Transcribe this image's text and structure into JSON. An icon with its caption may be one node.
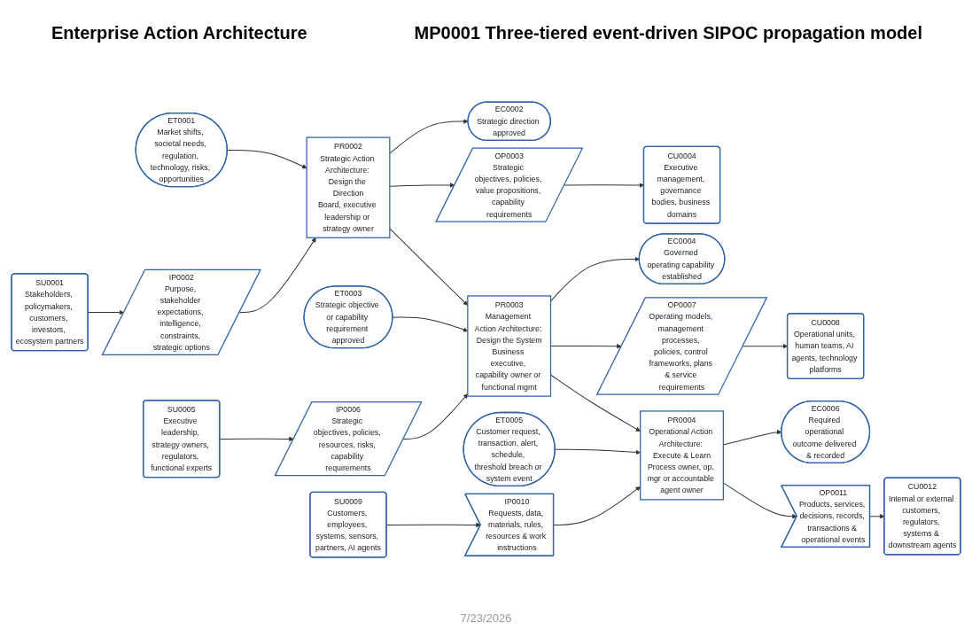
{
  "diagram": {
    "title": "MP0001 Three-tiered event-driven SIPOC propagation model",
    "caption": "7/23/2026",
    "labels": [
      "Enterprise Action Architecture"
    ],
    "nodes": [
      {
        "text": [
          "SU0001",
          "Stakeholders, policymakers, customers, investors, ecosystem partners"
        ]
      },
      {
        "text": [
          "ET0001",
          "Market shifts, societal needs, regulation, technology, risks, opportunities"
        ]
      },
      {
        "text": [
          "IP0002",
          "Purpose, stakeholder expectations, intelligence, constraints, strategic options"
        ]
      },
      {
        "text": [
          "PR0002",
          "Strategic Action Architecture: Design the Direction",
          "Board, executive leadership or strategy owner"
        ]
      },
      {
        "text": [
          "EC0002",
          "Strategic direction approved"
        ]
      },
      {
        "text": [
          "OP0003",
          "Strategic objectives, policies, value propositions, capability requirements"
        ]
      },
      {
        "text": [
          "CU0004",
          "Executive management, governance bodies, business domains"
        ]
      },
      {
        "text": [
          "SU0005",
          "Executive leadership, strategy owners, regulators, functional experts"
        ]
      },
      {
        "text": [
          "ET0003",
          "Strategic objective or capability requirement approved"
        ]
      },
      {
        "text": [
          "IP0006",
          "Strategic objectives, policies, resources, risks, capability requirements"
        ]
      },
      {
        "text": [
          "PR0003",
          "Management Action Architecture: Design the System",
          "Business executive, capability owner or functional mgmt"
        ]
      },
      {
        "text": [
          "EC0004",
          "Governed operating capability established"
        ]
      },
      {
        "text": [
          "OP0007",
          "Operating models, management processes, policies, control frameworks, plans & service requirements"
        ]
      },
      {
        "text": [
          "CU0008",
          "Operational units, human teams, AI agents, technology platforms"
        ]
      },
      {
        "text": [
          "SU0009",
          "Customers, employees, systems, sensors, partners, AI agents"
        ]
      },
      {
        "text": [
          "ET0005",
          "Customer request, transaction, alert, schedule, threshold breach or system event"
        ]
      },
      {
        "text": [
          "IP0010",
          "Requests, data, materials, rules, resources & work instructions"
        ]
      },
      {
        "text": [
          "PR0004",
          "Operational Action Architecture: Execute & Learn",
          "Process owner, op. mgr or accountable agent owner"
        ]
      },
      {
        "text": [
          "EC0006",
          "Required operational outcome delivered & recorded"
        ]
      },
      {
        "text": [
          "OP0011",
          "Products, services, decisions, records, transactions & operational events"
        ]
      },
      {
        "text": [
          "CU0012",
          "Internal or external customers, regulators, systems & downstream agents"
        ]
      }
    ],
    "edges": [
      {
        "from": 0,
        "to": 2,
        "arrow": "to"
      },
      {
        "from": 1,
        "to": 3,
        "arrow": "to"
      },
      {
        "from": 2,
        "to": 3,
        "arrow": "to"
      },
      {
        "from": 3,
        "to": 4,
        "arrow": "to"
      },
      {
        "from": 3,
        "to": 5,
        "arrow": "to"
      },
      {
        "from": 5,
        "to": 6,
        "arrow": "to"
      },
      {
        "from": 3,
        "to": 10,
        "arrow": "to"
      },
      {
        "from": 7,
        "to": 9,
        "arrow": "to"
      },
      {
        "from": 8,
        "to": 10,
        "arrow": "to"
      },
      {
        "from": 9,
        "to": 10,
        "arrow": "to"
      },
      {
        "from": 10,
        "to": 11,
        "arrow": "to"
      },
      {
        "from": 10,
        "to": 12,
        "arrow": "to"
      },
      {
        "from": 12,
        "to": 13,
        "arrow": "to"
      },
      {
        "from": 10,
        "to": 17,
        "arrow": "to"
      },
      {
        "from": 14,
        "to": 16,
        "arrow": "to"
      },
      {
        "from": 15,
        "to": 17,
        "arrow": "to"
      },
      {
        "from": 16,
        "to": 17,
        "arrow": "to"
      },
      {
        "from": 17,
        "to": 18,
        "arrow": "to"
      },
      {
        "from": 17,
        "to": 19,
        "arrow": "to"
      },
      {
        "from": 19,
        "to": 20,
        "arrow": "to"
      }
    ]
  }
}
